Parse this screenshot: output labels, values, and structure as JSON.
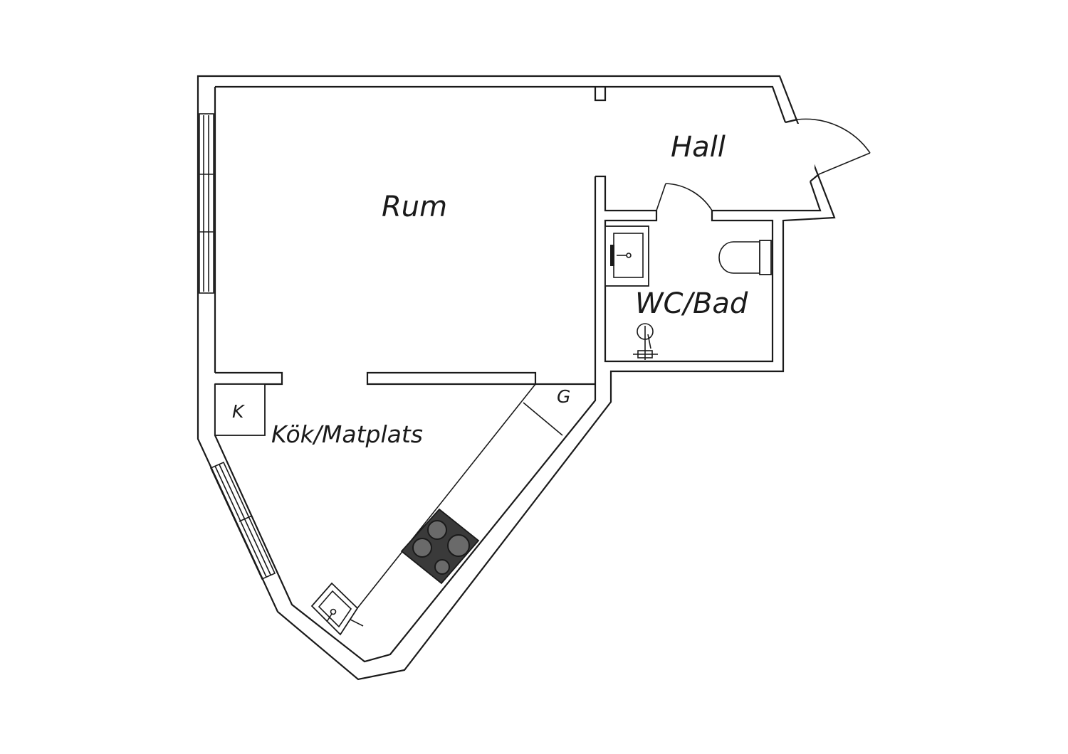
{
  "rooms": {
    "rum": "Rum",
    "hall": "Hall",
    "wc_bad": "WC/Bad",
    "kok_matplats": "Kök/Matplats"
  },
  "fixtures": {
    "fridge": "K",
    "appliance": "G"
  },
  "colors": {
    "line": "#1a1a1a",
    "background": "#ffffff",
    "stove": "#3a3a3a"
  }
}
